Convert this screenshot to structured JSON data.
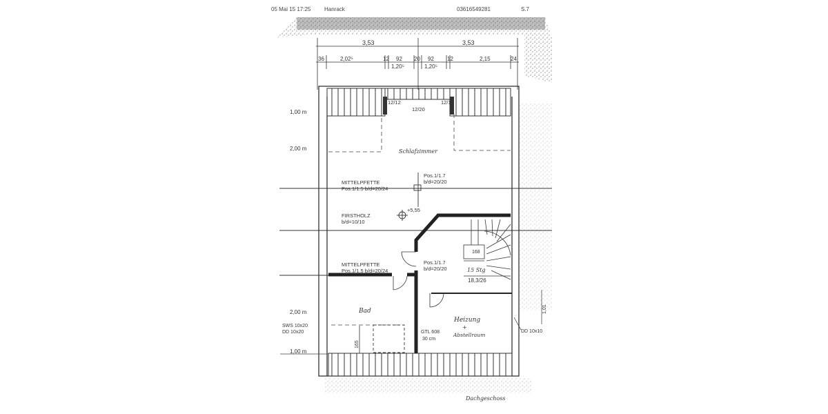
{
  "fax_header": {
    "timestamp": "05 Mai 15 17:25",
    "sender": "Hanrack",
    "phone": "03616549281",
    "page": "S.7"
  },
  "dimensions": {
    "top_left": "3,53",
    "top_right": "3,53",
    "segments": [
      "36",
      "2,02⁵",
      "12",
      "92",
      "20",
      "92",
      "12",
      "2,15",
      "24"
    ],
    "window_widths": [
      "1,20⁵",
      "1,20⁵"
    ]
  },
  "levels": [
    "1,00 m",
    "2,00 m",
    "2,00 m",
    "1,00 m"
  ],
  "beams": {
    "top_left_post": "12/12",
    "top_center": "12/20",
    "top_right_post": "12/12",
    "mittelpfette_1_title": "MITTELPFETTE",
    "mittelpfette_1_spec": "Pos.1/1.5  b/d=20/24",
    "pos17_1_title": "Pos.1/1.7",
    "pos17_1_spec": "b/d=20/20",
    "ridge_height": "+5,55",
    "firstholz_title": "FIRSTHOLZ",
    "firstholz_spec": "b/d=10/10",
    "mittelpfette_2_title": "MITTELPFETTE",
    "mittelpfette_2_spec": "Pos.1/1.5 b/d=20/24",
    "pos17_2_title": "Pos.1/1.7",
    "pos17_2_spec": "b/d=20/20"
  },
  "rooms": {
    "bedroom": "Schlafzimmer",
    "bath": "Bad",
    "heating_line1": "Heizung",
    "heating_line2": "+",
    "heating_line3": "Abstellraum"
  },
  "stairs": {
    "width": "168",
    "steps": "15 Stg",
    "rise_run": "18,3/26"
  },
  "annotations": {
    "sws": "SWS 10x20",
    "dd_left": "DD 10x20",
    "dd_right": "DD 10x10",
    "bath_dim": "165",
    "skylight_1": "GTL 608",
    "skylight_2": "30 cm",
    "right_dim": "1,01",
    "roof_note": "Dachgeschoss"
  }
}
